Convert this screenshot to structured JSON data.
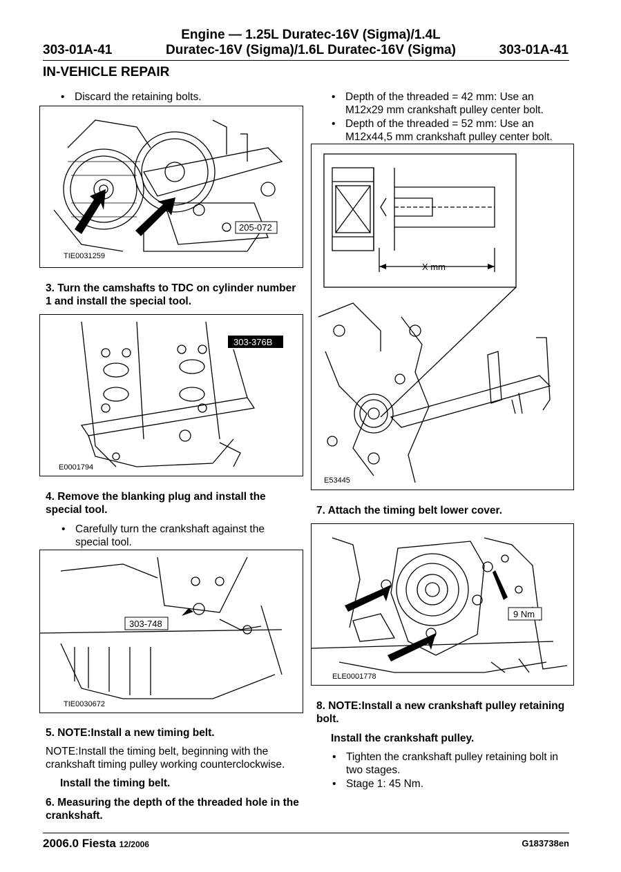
{
  "header": {
    "code_left": "303-01A-41",
    "code_right": "303-01A-41",
    "title_line1": "Engine — 1.25L Duratec-16V (Sigma)/1.4L",
    "title_line2": "Duratec-16V (Sigma)/1.6L Duratec-16V (Sigma)"
  },
  "section_title": "IN-VEHICLE REPAIR",
  "left": {
    "bullet_discard": "Discard the retaining bolts.",
    "fig1": {
      "code": "TIE0031259",
      "tool": "205-072"
    },
    "step3": "3. Turn the camshafts to TDC on cylinder number 1 and install the special tool.",
    "fig2": {
      "code": "E0001794",
      "tool": "303-376B"
    },
    "step4": "4. Remove the blanking plug and install the special tool.",
    "bullet_turn": "Carefully turn the crankshaft against the special tool.",
    "fig3": {
      "code": "TIE0030672",
      "tool": "303-748"
    },
    "step5": "5. NOTE:Install a new timing belt.",
    "note": "NOTE:Install the timing belt, beginning with the crankshaft timing pulley working counterclockwise.",
    "install_belt": "Install the timing belt.",
    "step6": "6. Measuring the depth of the threaded hole in the crankshaft."
  },
  "right": {
    "bullet_42": "Depth of the threaded = 42 mm: Use an M12x29 mm crankshaft pulley center bolt.",
    "bullet_52": "Depth of the threaded = 52 mm: Use an M12x44,5 mm crankshaft pulley center bolt.",
    "fig4": {
      "code": "E53445",
      "dim_label": "X  mm"
    },
    "step7": "7. Attach the timing belt lower cover.",
    "fig5": {
      "code": "ELE0001778",
      "torque": "9 Nm"
    },
    "step8": "8. NOTE:Install a new crankshaft pulley retaining bolt.",
    "install_pulley": "Install the crankshaft pulley.",
    "bullet_tighten": "Tighten the crankshaft pulley retaining bolt in two stages.",
    "bullet_stage1": "Stage 1: 45 Nm."
  },
  "footer": {
    "model": "2006.0 Fiesta",
    "date": "12/2006",
    "doc_code": "G183738en"
  }
}
